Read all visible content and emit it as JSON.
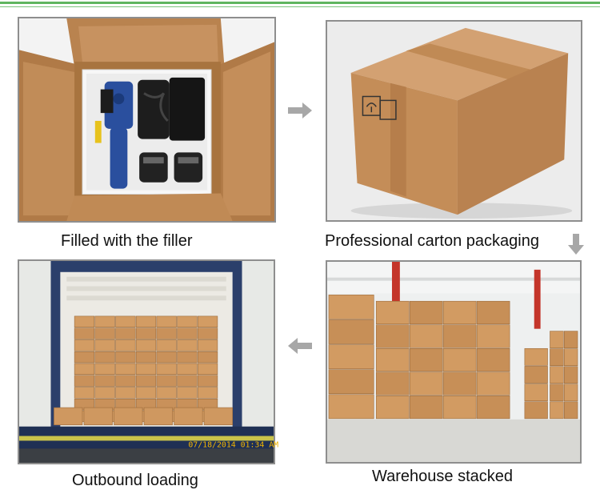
{
  "captions": {
    "filled": "Filled with the filler",
    "carton": "Professional carton packaging",
    "outbound": "Outbound loading",
    "warehouse": "Warehouse stacked"
  },
  "photos": {
    "outbound_timestamp": "07/18/2014 01:34 AM"
  },
  "icons": {
    "right": "arrow-right-icon",
    "down": "arrow-down-icon",
    "left": "arrow-left-icon"
  },
  "colors": {
    "accent_green": "#5fb55f",
    "arrow_gray": "#a7a7a7",
    "cardboard": "#c8925a"
  }
}
